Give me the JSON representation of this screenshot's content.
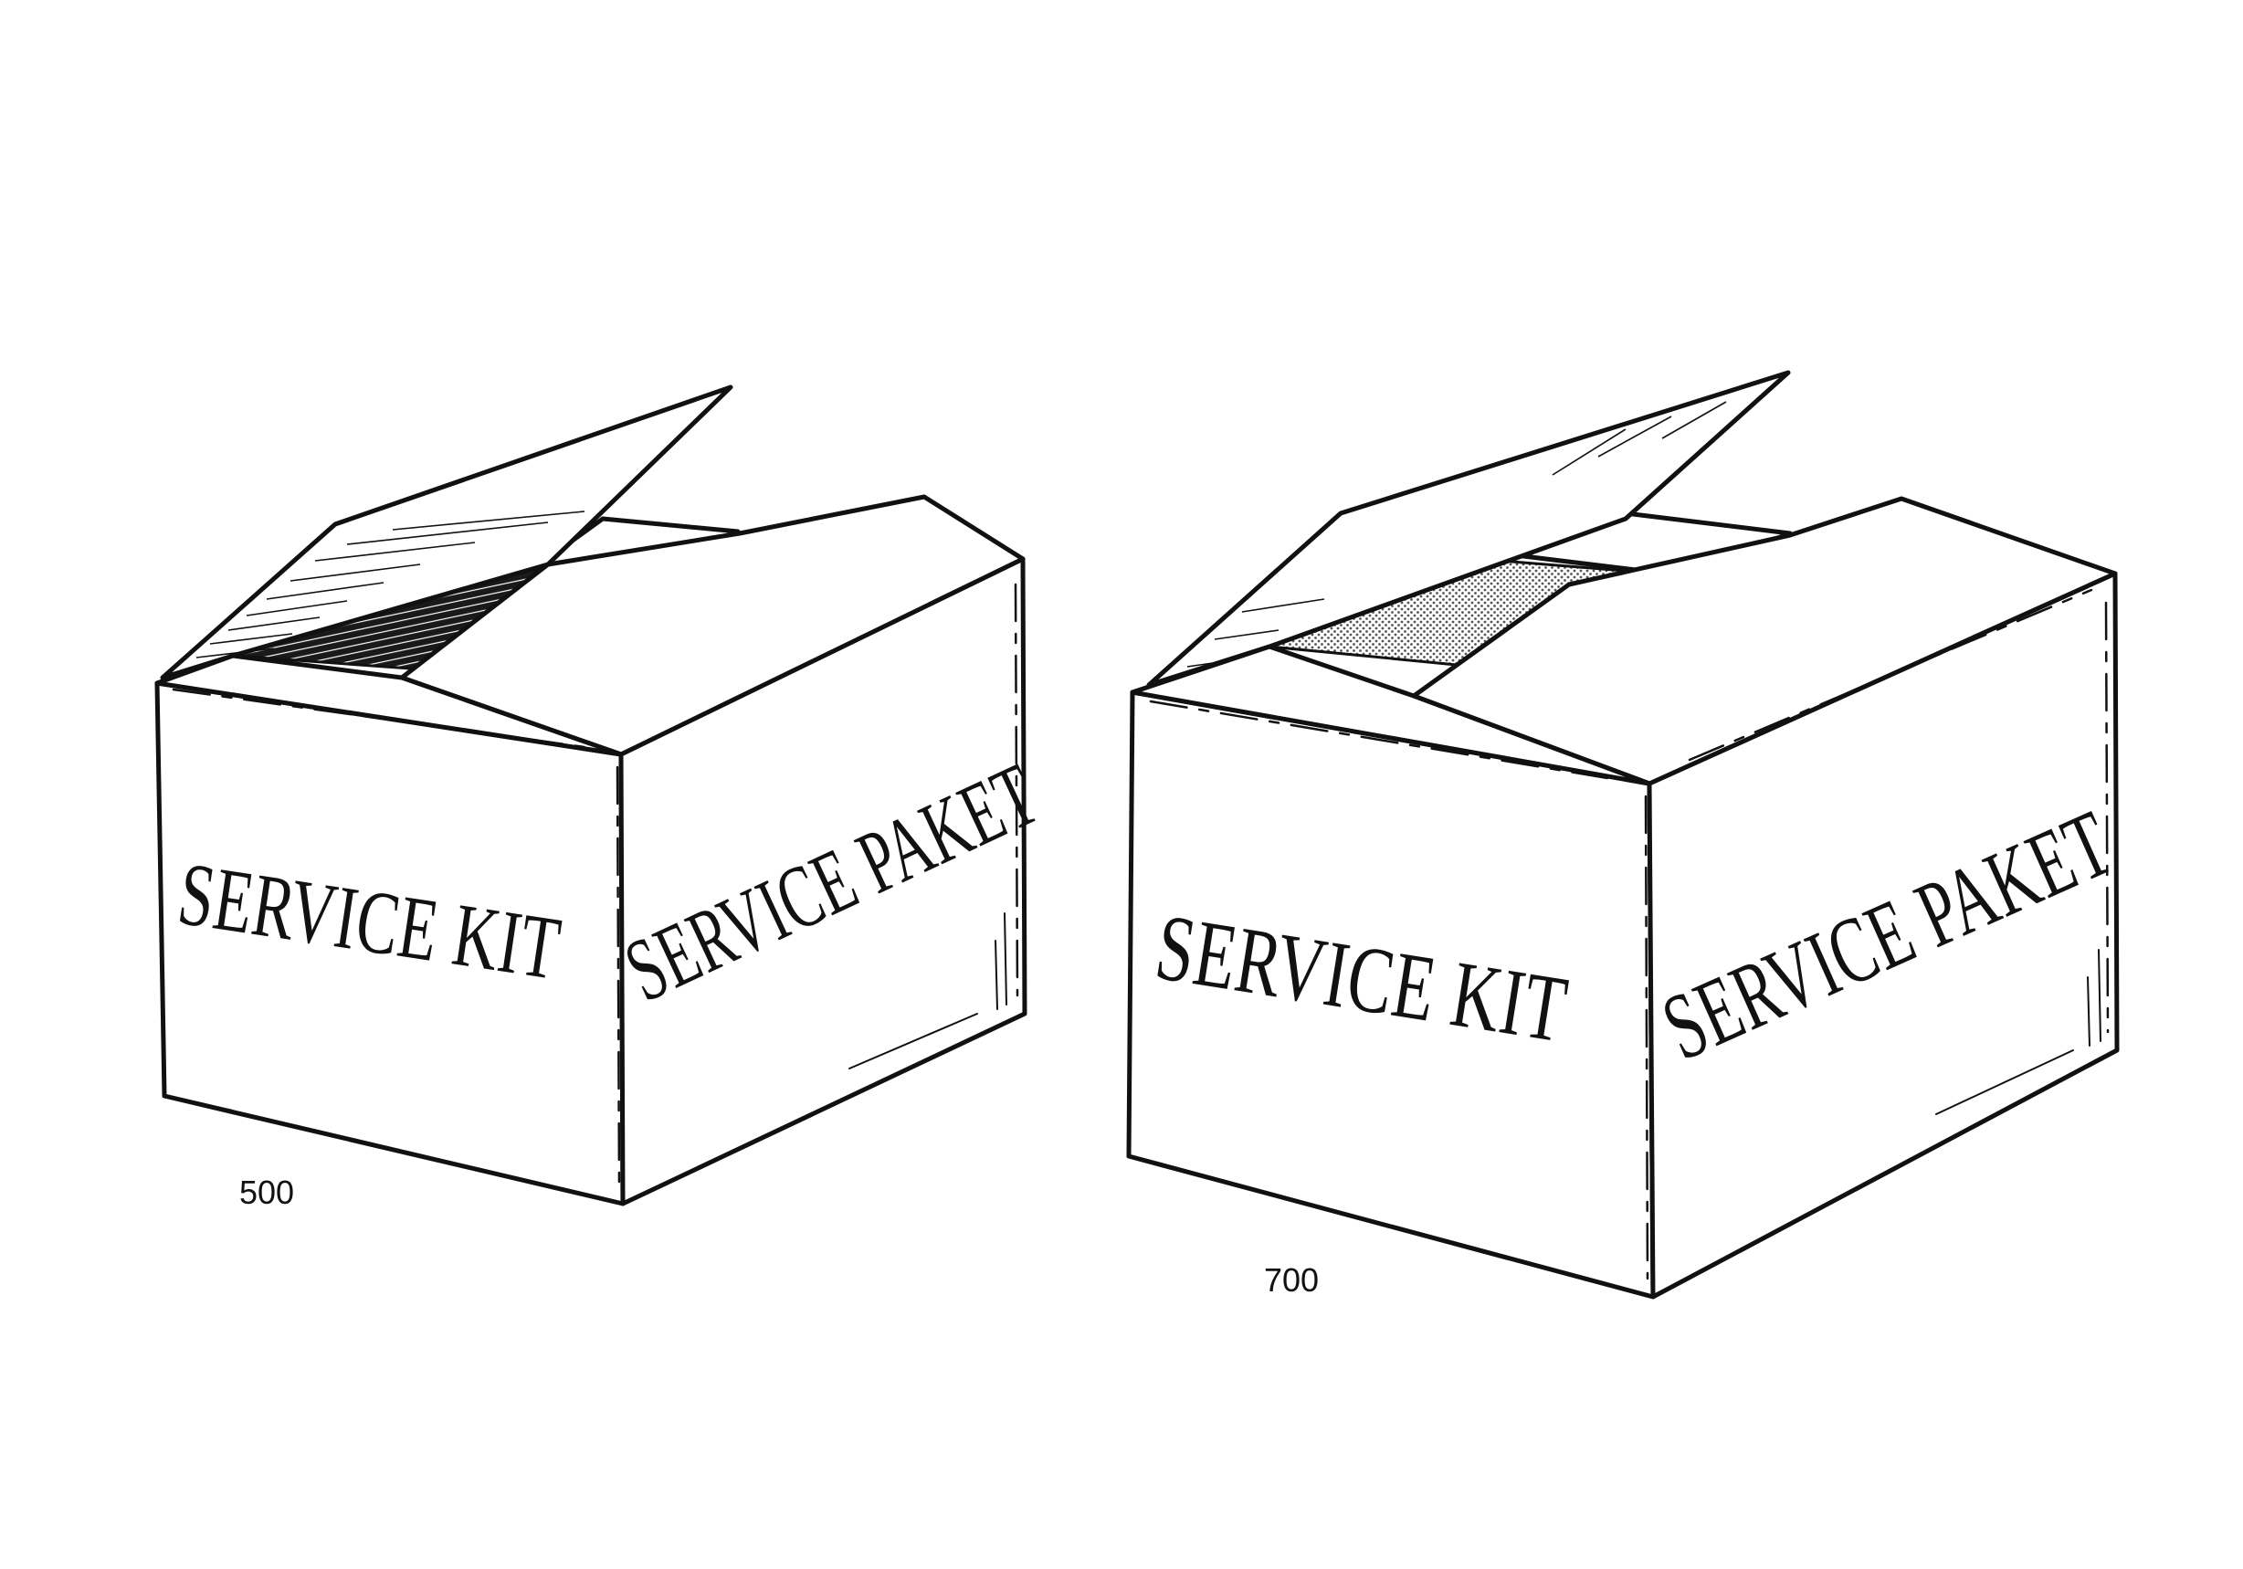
{
  "boxes": [
    {
      "front_text": "SERVICE KIT",
      "side_text": "SERVICE PAKET",
      "label": "500"
    },
    {
      "front_text": "SERVICE KIT",
      "side_text": "SERVICE PAKET",
      "label": "700"
    }
  ],
  "colors": {
    "ink": "#111111",
    "background": "#ffffff",
    "inner_dark": "#1a1a1a",
    "inner_stipple": "#9a9a9a"
  }
}
